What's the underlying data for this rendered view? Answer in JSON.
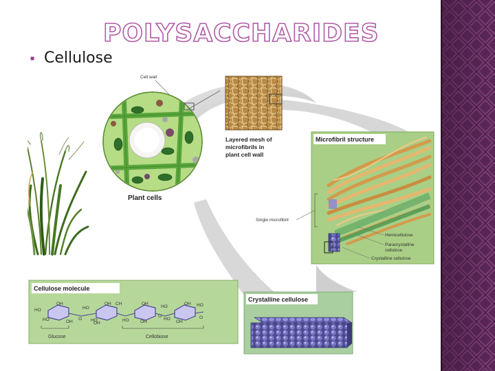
{
  "slide": {
    "title": "POLYSACCHARIDES",
    "bullet": "Cellulose",
    "accent": "#b05aa6",
    "side_panel_color": "#5c2a58"
  },
  "diagram": {
    "cell_wall_label": "Cell wall",
    "plant_cells_label": "Plant cells",
    "mesh_label_1": "Layered mesh of",
    "mesh_label_2": "microfibrils in",
    "mesh_label_3": "plant cell wall",
    "microfibril_title": "Microfibril structure",
    "single_microfibril_label": "Single microfibril",
    "hemicellulose_label": "Hemicellulose",
    "paracrystalline_label_1": "Paracrystalline",
    "paracrystalline_label_2": "cellulose",
    "crystalline_label": "Crystalline cellulose",
    "cellulose_molecule_title": "Cellulose molecule",
    "crystalline_cellulose_title": "Crystalline cellulose",
    "glucose_label": "Glucose",
    "cellobiose_label": "Cellobiose"
  }
}
